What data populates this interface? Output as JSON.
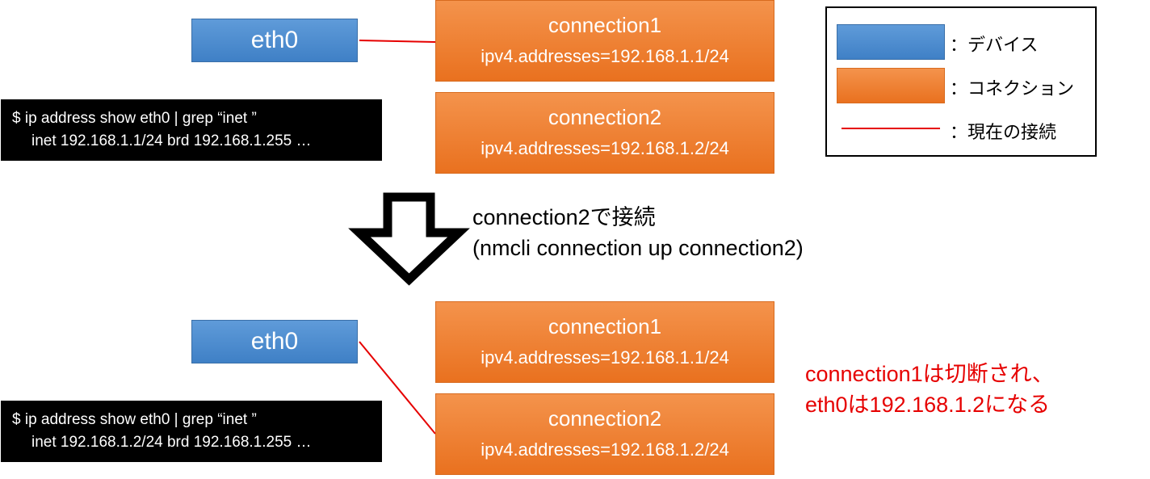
{
  "top": {
    "device": "eth0",
    "connections": [
      {
        "name": "connection1",
        "addr": "ipv4.addresses=192.168.1.1/24"
      },
      {
        "name": "connection2",
        "addr": "ipv4.addresses=192.168.1.2/24"
      }
    ],
    "terminal": {
      "line1": "$ ip address show eth0 | grep “inet ”",
      "line2": "inet 192.168.1.1/24 brd 192.168.1.255 …"
    },
    "active_connection": "connection1"
  },
  "step": {
    "line1": "connection2で接続",
    "line2": "(nmcli connection up connection2)"
  },
  "bottom": {
    "device": "eth0",
    "connections": [
      {
        "name": "connection1",
        "addr": "ipv4.addresses=192.168.1.1/24"
      },
      {
        "name": "connection2",
        "addr": "ipv4.addresses=192.168.1.2/24"
      }
    ],
    "terminal": {
      "line1": "$ ip address show eth0 | grep “inet ”",
      "line2": "inet 192.168.1.2/24 brd 192.168.1.255 …"
    },
    "active_connection": "connection2"
  },
  "note": {
    "line1": "connection1は切断され、",
    "line2": "eth0は192.168.1.2になる"
  },
  "legend": {
    "device": "：デバイス",
    "connection": "：コネクション",
    "current": "：現在の接続"
  },
  "colors": {
    "device": "#4a8ad0",
    "connection": "#ef7f2f",
    "link": "#e60000",
    "note_text": "#e60000"
  }
}
